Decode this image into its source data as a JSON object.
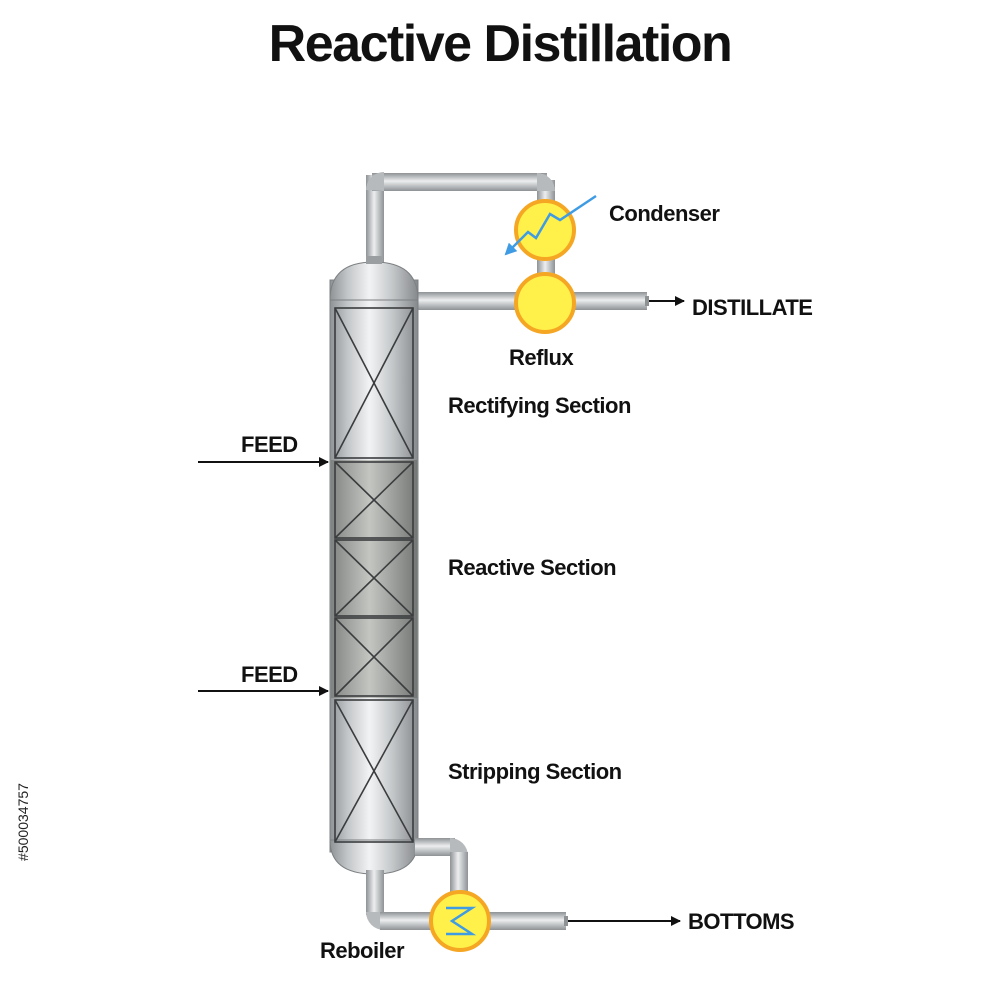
{
  "title": "Reactive Distillation",
  "labels": {
    "condenser": "Condenser",
    "distillate": "DISTILLATE",
    "reflux": "Reflux",
    "rectifying": "Rectifying Section",
    "reactive": "Reactive Section",
    "stripping": "Stripping Section",
    "feed_top": "FEED",
    "feed_bottom": "FEED",
    "reboiler": "Reboiler",
    "bottoms": "BOTTOMS"
  },
  "stock_id": "#500034757",
  "colors": {
    "text": "#111111",
    "pipe": "#c9cbcd",
    "pipe_edge": "#8e9295",
    "column_body": "#d4d6d8",
    "reactive_fill": "#a9aba6",
    "exchanger_fill": "#fff04a",
    "exchanger_ring": "#f5a623",
    "coolant_line": "#3f9be3"
  },
  "icons": {
    "condenser": "heat-exchanger-coil-icon",
    "reflux": "reflux-drum-icon",
    "reboiler": "reboiler-coil-icon"
  }
}
